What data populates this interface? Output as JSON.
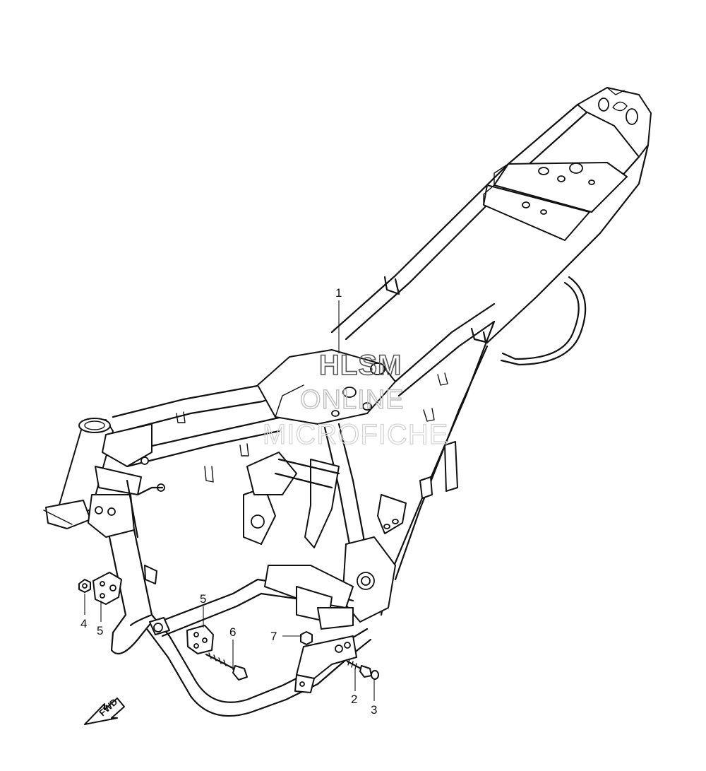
{
  "watermark": {
    "line1": "HLSM",
    "line2": "ONLINE",
    "line3": "MICROFICHE"
  },
  "direction_label": "FWD",
  "callouts": [
    {
      "id": "callout-1",
      "label": "1"
    },
    {
      "id": "callout-2",
      "label": "2"
    },
    {
      "id": "callout-3",
      "label": "3"
    },
    {
      "id": "callout-4",
      "label": "4"
    },
    {
      "id": "callout-5a",
      "label": "5"
    },
    {
      "id": "callout-5b",
      "label": "5"
    },
    {
      "id": "callout-6",
      "label": "6"
    },
    {
      "id": "callout-7",
      "label": "7"
    }
  ]
}
